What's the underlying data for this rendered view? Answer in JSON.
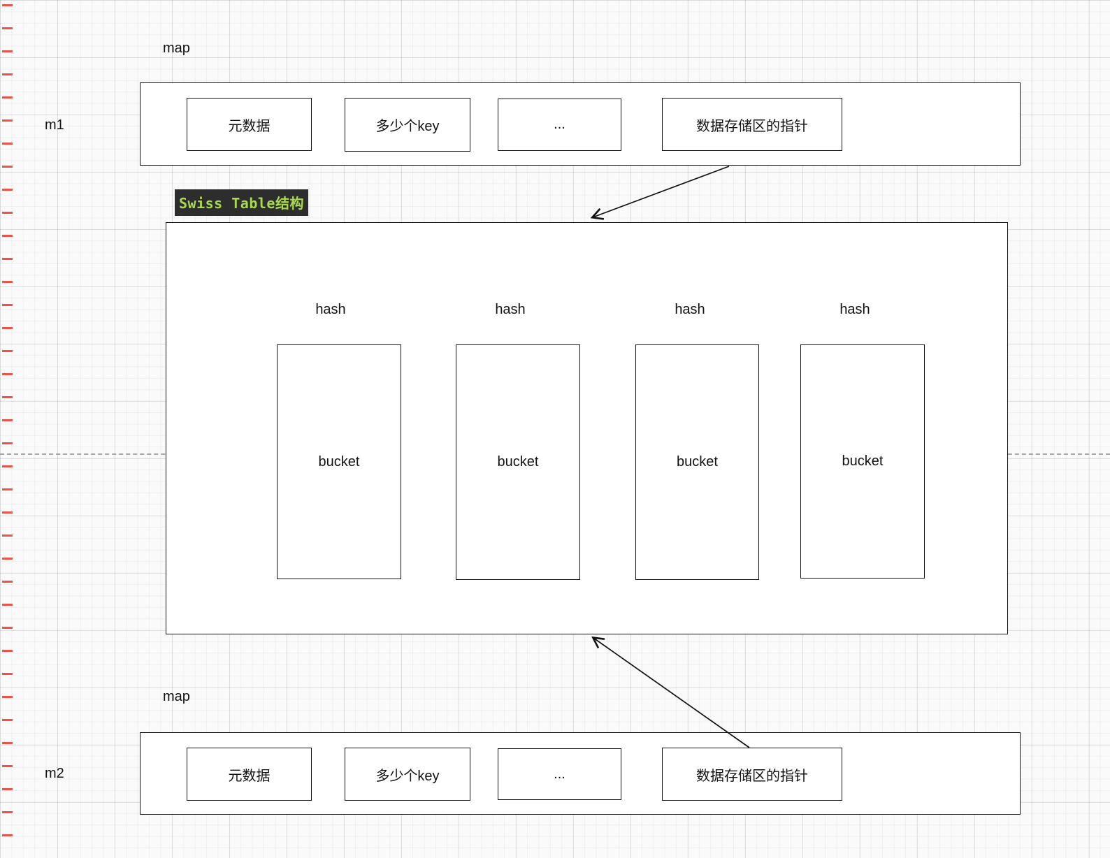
{
  "diagram": {
    "m1": {
      "map_label": "map",
      "name_label": "m1",
      "cells": [
        "元数据",
        "多少个key",
        "...",
        "数据存储区的指针"
      ]
    },
    "swiss": {
      "title": "Swiss Table结构",
      "hash_labels": [
        "hash",
        "hash",
        "hash",
        "hash"
      ],
      "buckets": [
        "bucket",
        "bucket",
        "bucket",
        "bucket"
      ]
    },
    "m2": {
      "map_label": "map",
      "name_label": "m2",
      "cells": [
        "元数据",
        "多少个key",
        "...",
        "数据存储区的指针"
      ]
    },
    "colors": {
      "stroke": "#121212",
      "title_background": "#2d2d2d",
      "title_text": "#a9da4b",
      "guide_line": "#a6a6a6",
      "margin_ticks": "#f0524a"
    }
  }
}
